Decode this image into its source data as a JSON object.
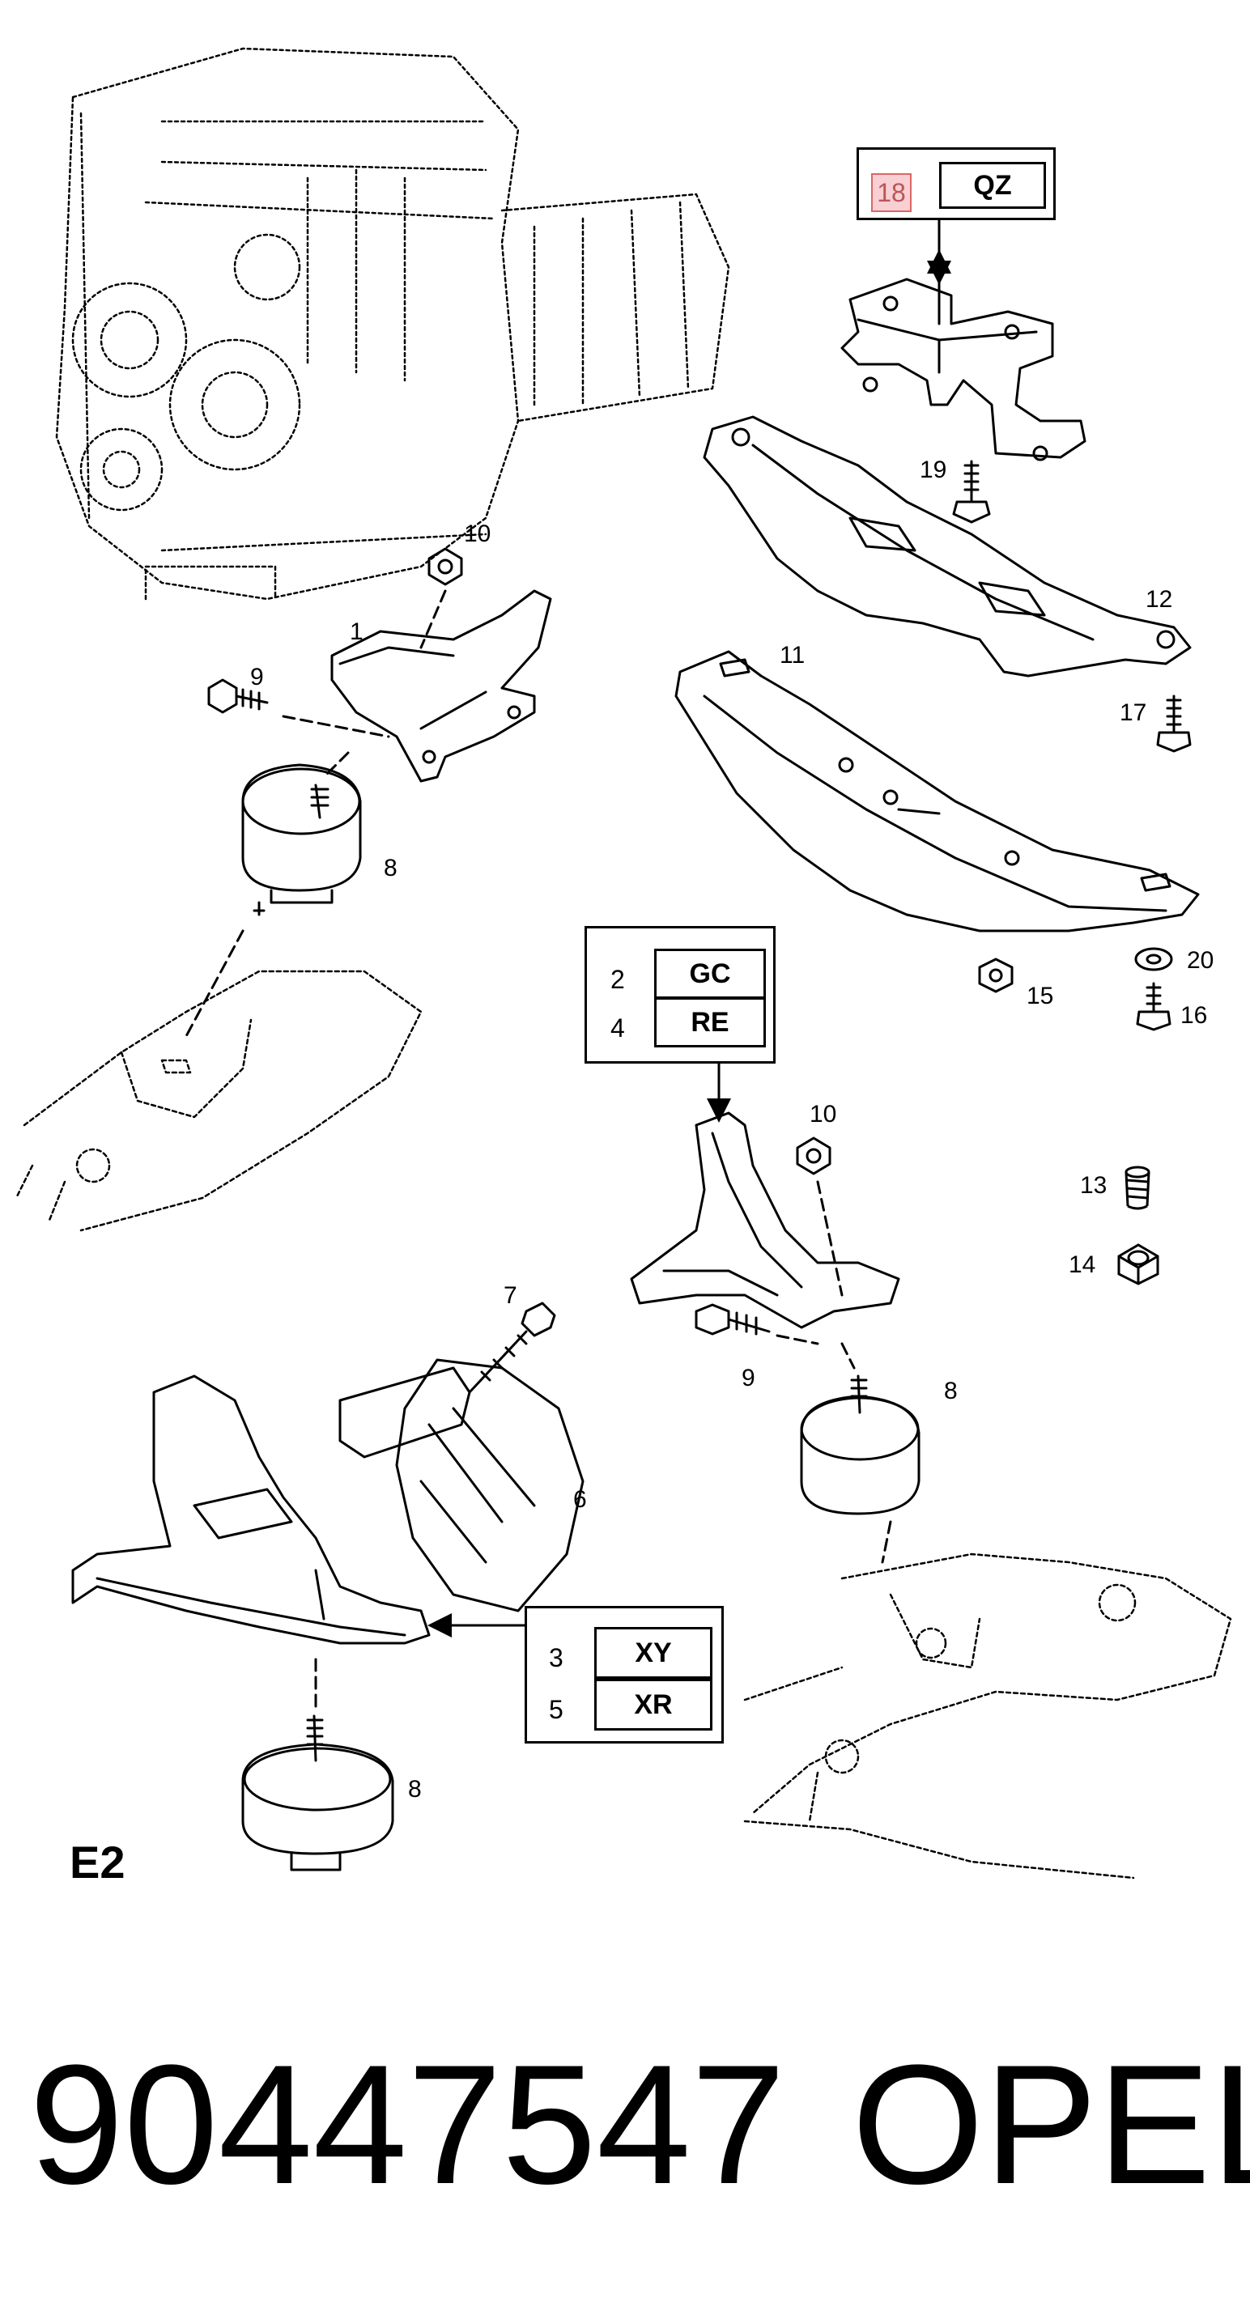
{
  "diagram": {
    "section_label": "E2",
    "callouts": {
      "c1": "1",
      "c6": "6",
      "c7": "7",
      "c8a": "8",
      "c8b": "8",
      "c8c": "8",
      "c9a": "9",
      "c9b": "9",
      "c10a": "10",
      "c10b": "10",
      "c11": "11",
      "c12": "12",
      "c13": "13",
      "c14": "14",
      "c15": "15",
      "c16": "16",
      "c17": "17",
      "c19": "19",
      "c20": "20"
    },
    "box_top": {
      "number": "18",
      "code": "QZ",
      "number_highlight": "#f8cfd3"
    },
    "box_mid": {
      "n1": "2",
      "code1": "GC",
      "n2": "4",
      "code2": "RE"
    },
    "box_bot": {
      "n1": "3",
      "code1": "XY",
      "n2": "5",
      "code2": "XR"
    }
  },
  "footer": {
    "part_number": "90447547",
    "brand": "OPEL"
  }
}
